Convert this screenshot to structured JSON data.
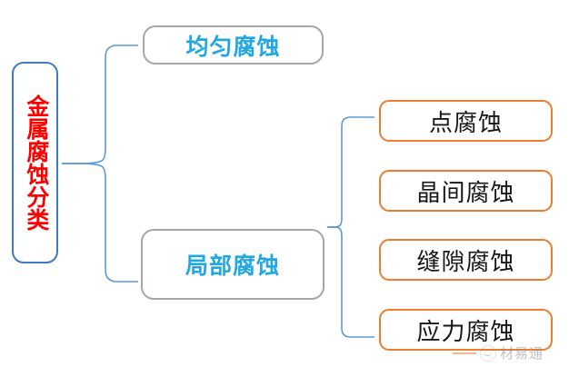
{
  "diagram": {
    "type": "tree",
    "root": {
      "label": "金属腐蚀分类",
      "text_color": "#FF0000",
      "border_color": "#3E7BC4",
      "orientation": "vertical"
    },
    "level2": [
      {
        "id": "uniform",
        "label": "均匀腐蚀",
        "text_color": "#22A7E0",
        "border_color": "#A6A6A6",
        "children": []
      },
      {
        "id": "local",
        "label": "局部腐蚀",
        "text_color": "#22A7E0",
        "border_color": "#A6A6A6",
        "children": [
          "pitting",
          "intergranular",
          "crevice",
          "stress"
        ]
      }
    ],
    "level3": [
      {
        "id": "pitting",
        "label": "点腐蚀",
        "text_color": "#171717",
        "border_color": "#ED7D31"
      },
      {
        "id": "intergranular",
        "label": "晶间腐蚀",
        "text_color": "#171717",
        "border_color": "#ED7D31"
      },
      {
        "id": "crevice",
        "label": "缝隙腐蚀",
        "text_color": "#171717",
        "border_color": "#ED7D31"
      },
      {
        "id": "stress",
        "label": "应力腐蚀",
        "text_color": "#171717",
        "border_color": "#ED7D31"
      }
    ],
    "connectors": {
      "style": "curly-brace",
      "color": "#5B9BD5",
      "left_brace_branches": 2,
      "right_brace_branches": 4
    }
  },
  "watermark": {
    "text": "材易通",
    "logo_icon": "circle-smile-icon",
    "rule_color": "#ED7D31"
  }
}
